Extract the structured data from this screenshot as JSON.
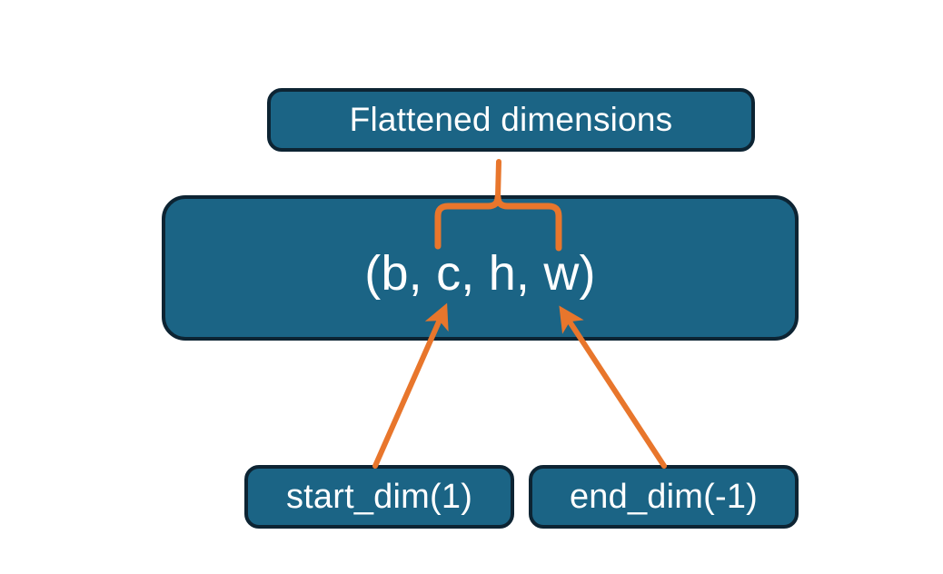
{
  "diagram": {
    "title_node": {
      "label": "Flattened dimensions"
    },
    "shape_node": {
      "label": "(b, c, h, w)"
    },
    "start_node": {
      "label": "start_dim(1)"
    },
    "end_node": {
      "label": "end_dim(-1)"
    },
    "colors": {
      "box_fill": "#1b6485",
      "box_border": "#0d2433",
      "box_text": "#ffffff",
      "connector": "#e8762c",
      "background": "#ffffff"
    },
    "connectors": [
      {
        "name": "brace-flattened-to-shape",
        "type": "curly-brace",
        "from": "shape_node",
        "to": "title_node",
        "spans": "c, h, w"
      },
      {
        "name": "arrow-start-dim-to-shape",
        "type": "arrow",
        "from": "start_node",
        "to": "shape_node",
        "points_at": "c"
      },
      {
        "name": "arrow-end-dim-to-shape",
        "type": "arrow",
        "from": "end_node",
        "to": "shape_node",
        "points_at": "w"
      }
    ]
  }
}
